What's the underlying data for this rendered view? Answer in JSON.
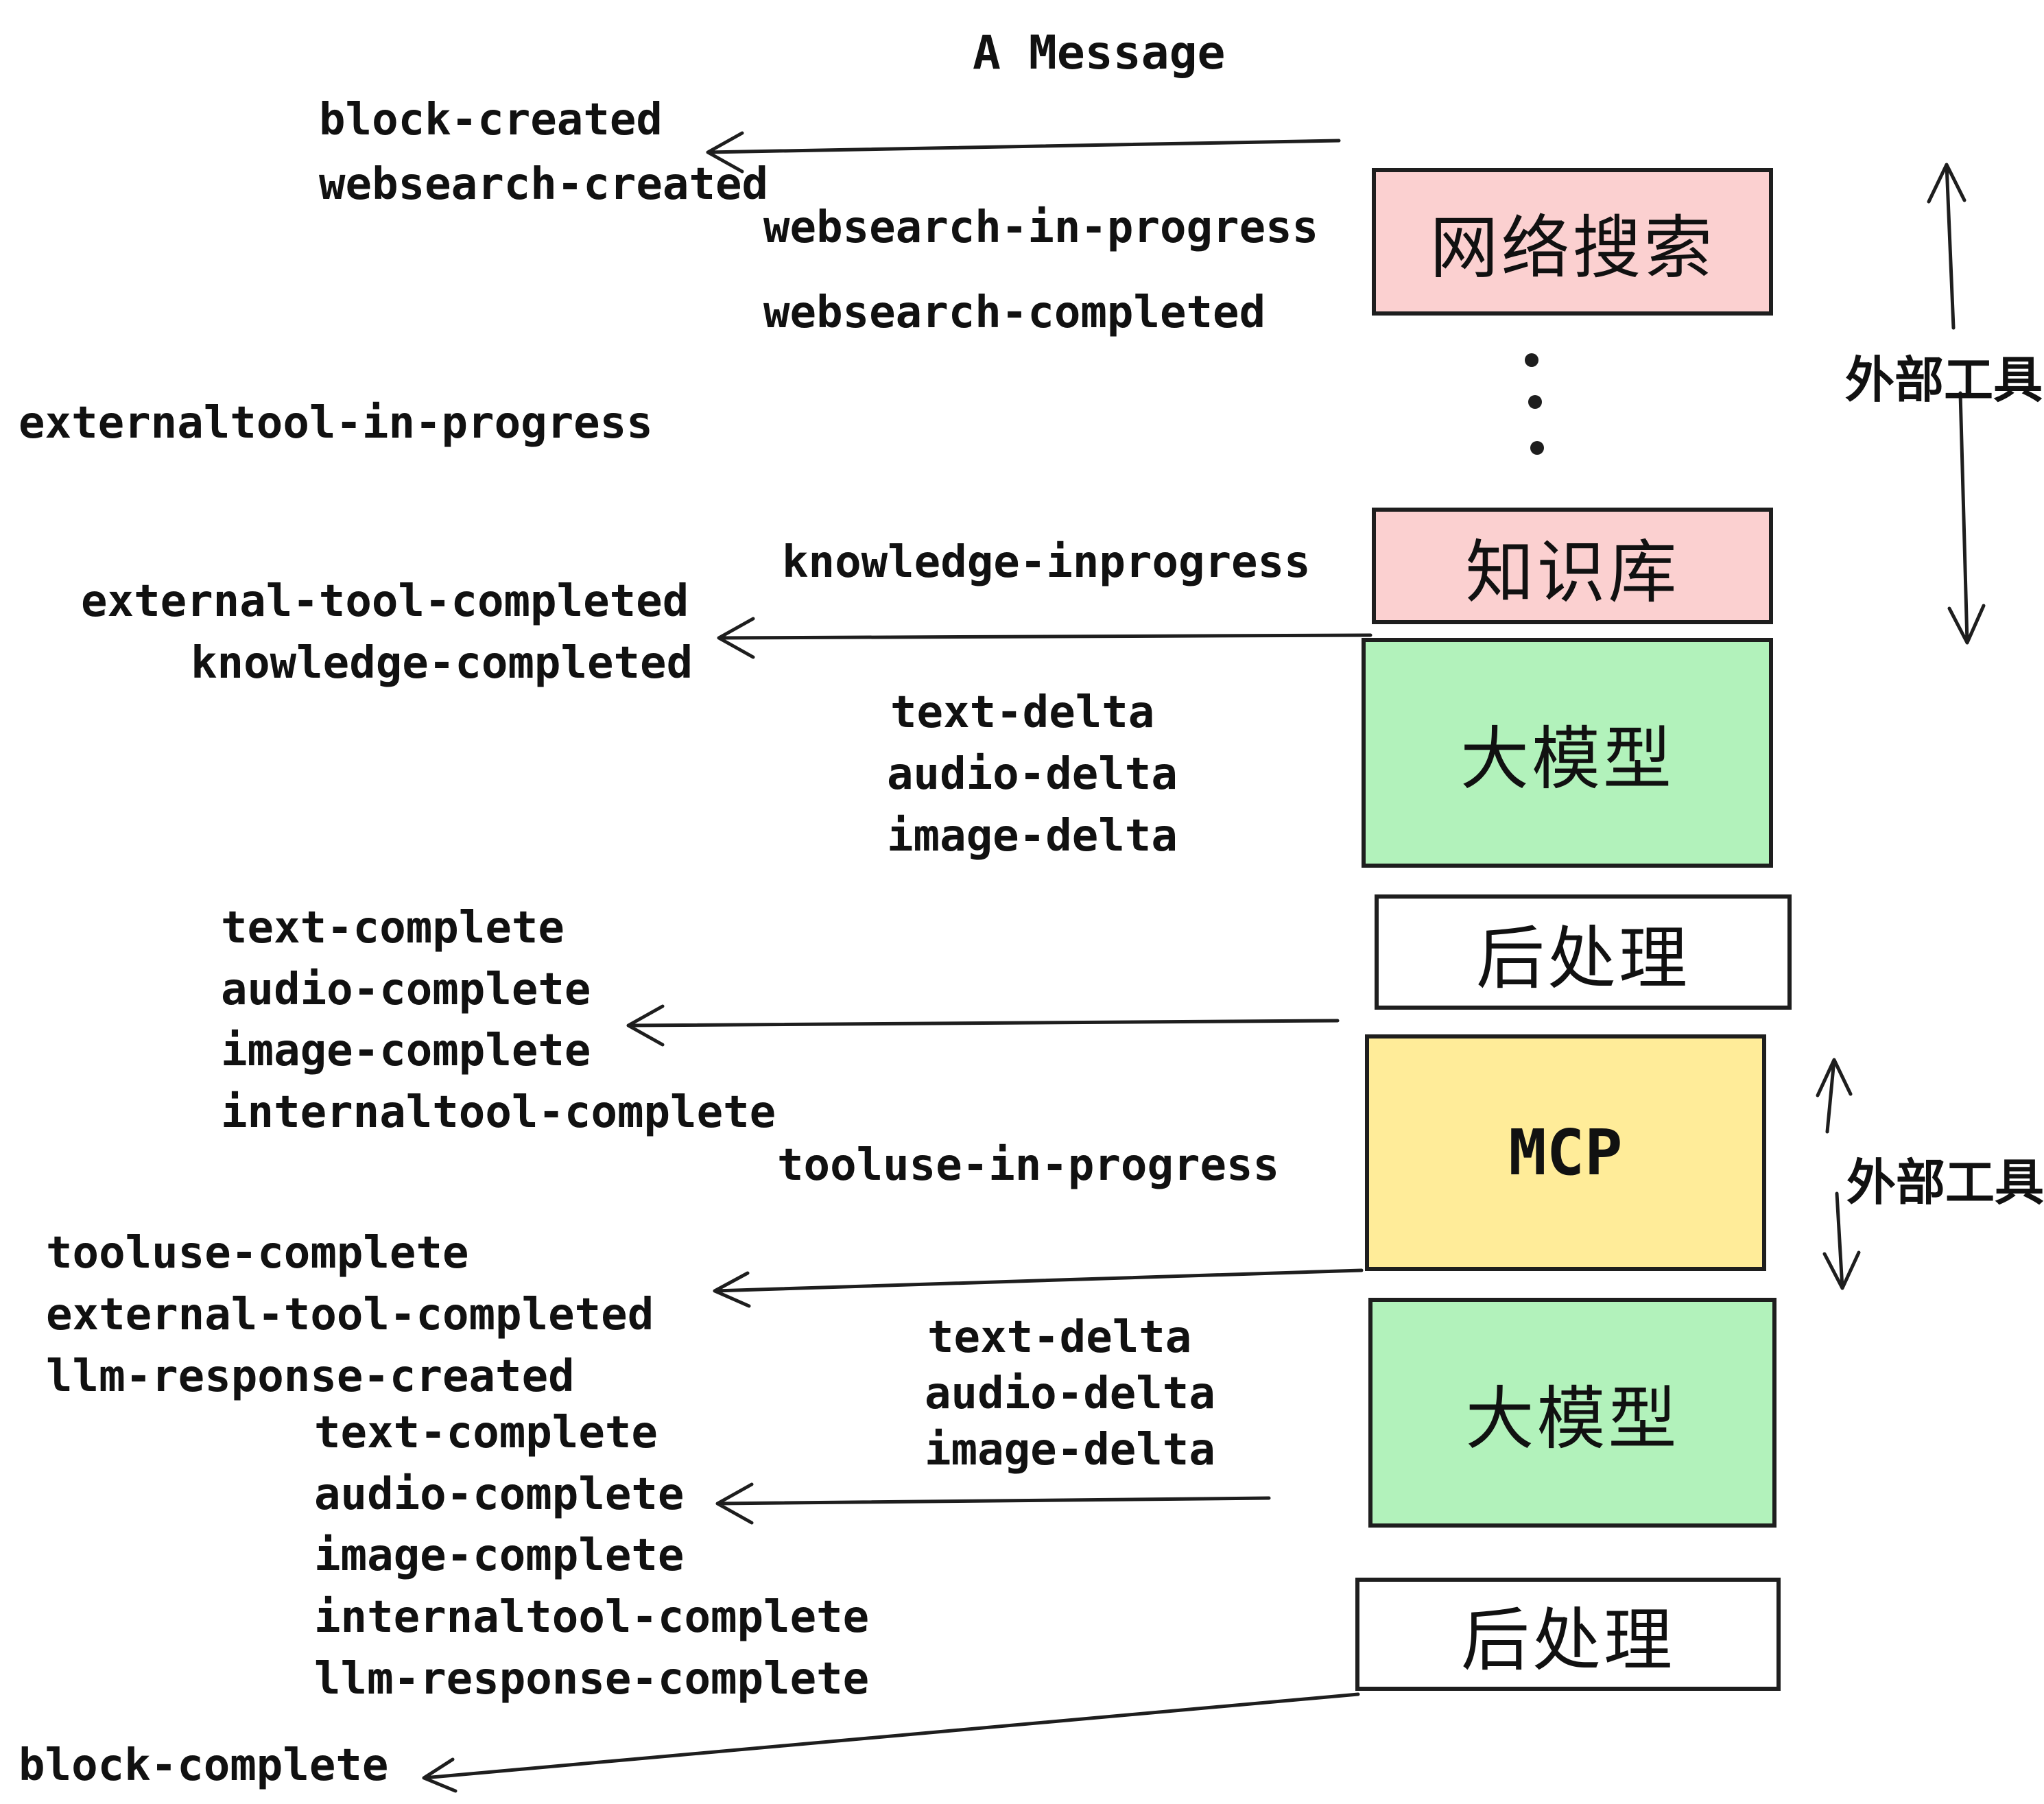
{
  "title": "A Message",
  "events": {
    "block_created": "block-created",
    "websearch_created": "websearch-created",
    "websearch_in_progress": "websearch-in-progress",
    "websearch_completed": "websearch-completed",
    "externaltool_in_progress": "externaltool-in-progress",
    "knowledge_inprogress": "knowledge-inprogress",
    "external_tool_completed_1": "external-tool-completed",
    "knowledge_completed": "knowledge-completed",
    "text_delta_1": "text-delta",
    "audio_delta_1": "audio-delta",
    "image_delta_1": "image-delta",
    "text_complete_1": "text-complete",
    "audio_complete_1": "audio-complete",
    "image_complete_1": "image-complete",
    "internaltool_complete_1": "internaltool-complete",
    "tooluse_in_progress": "tooluse-in-progress",
    "tooluse_complete": "tooluse-complete",
    "external_tool_completed_2": "external-tool-completed",
    "llm_response_created": "llm-response-created",
    "text_delta_2": "text-delta",
    "audio_delta_2": "audio-delta",
    "image_delta_2": "image-delta",
    "text_complete_2": "text-complete",
    "audio_complete_2": "audio-complete",
    "image_complete_2": "image-complete",
    "internaltool_complete_2": "internaltool-complete",
    "llm_response_complete": "llm-response-complete",
    "block_complete": "block-complete"
  },
  "boxes": {
    "websearch": "网络搜索",
    "knowledge": "知识库",
    "llm1": "大模型",
    "post1": "后处理",
    "mcp": "MCP",
    "llm2": "大模型",
    "post2": "后处理"
  },
  "side_labels": {
    "external_tools_top": "外部工具",
    "external_tools_mid": "外部工具"
  },
  "colors": {
    "pink": "#fbd0d0",
    "green": "#b2f2bb",
    "yellow": "#ffec99",
    "white": "#ffffff",
    "ink": "#1e1e1e"
  }
}
